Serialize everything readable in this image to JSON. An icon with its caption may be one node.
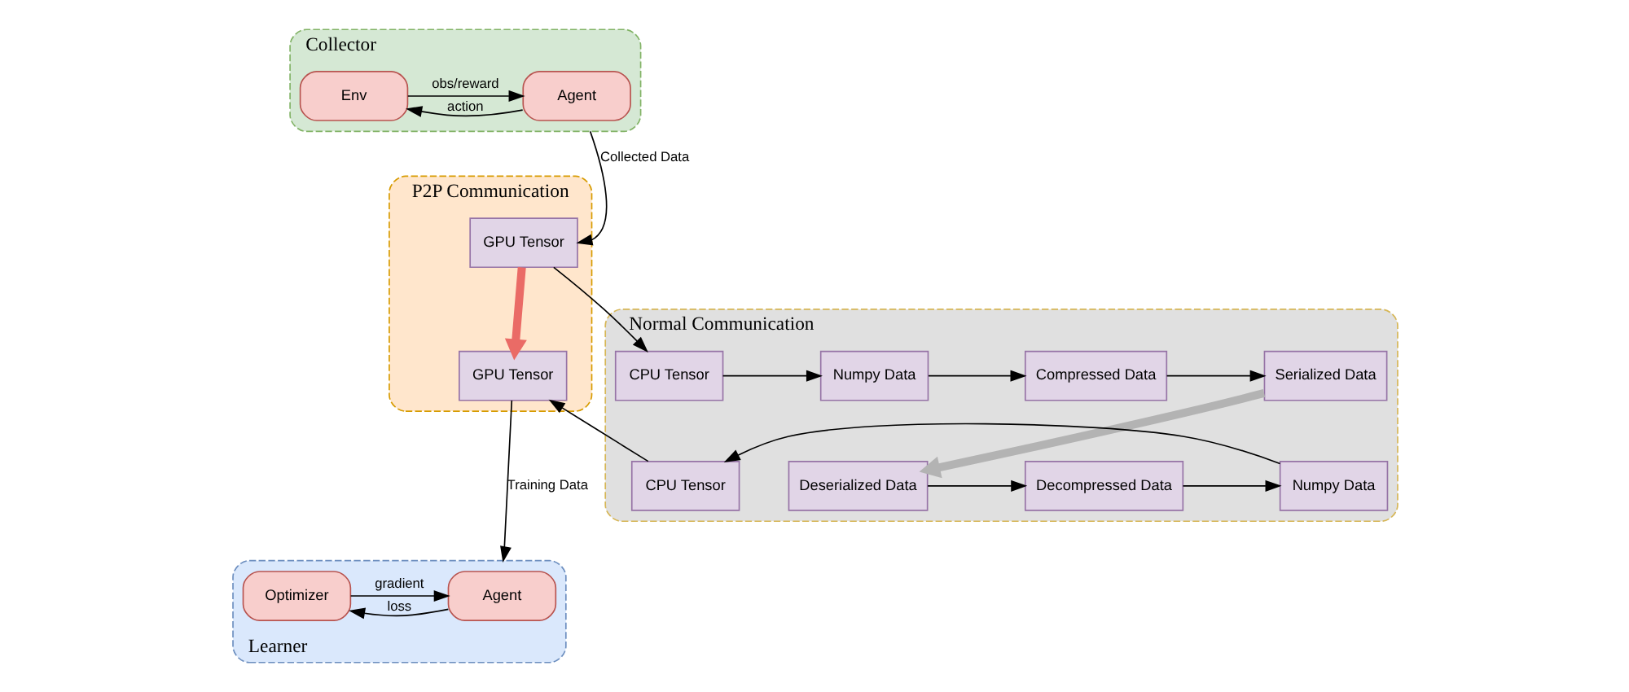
{
  "diagram": {
    "nodes": [
      {
        "text": [
          "Collector"
        ]
      },
      {
        "text": [
          "Agent"
        ],
        "in": 0
      },
      {
        "text": [
          "Env"
        ],
        "in": 0
      },
      {
        "text": [
          "P2P Communication"
        ]
      },
      {
        "text": [
          "GPU Tensor"
        ],
        "in": 3
      },
      {
        "text": [
          "GPU Tensor"
        ],
        "in": 3
      },
      {
        "text": [
          "Normal Communication"
        ]
      },
      {
        "text": [
          "CPU Tensor"
        ],
        "in": 6
      },
      {
        "text": [
          "Numpy Data"
        ],
        "in": 6
      },
      {
        "text": [
          "Compressed Data"
        ],
        "in": 6
      },
      {
        "text": [
          "Serialized Data"
        ],
        "in": 6
      },
      {
        "text": [
          "CPU Tensor"
        ],
        "in": 6
      },
      {
        "text": [
          "Numpy Data"
        ],
        "in": 6
      },
      {
        "text": [
          "Decompressed Data"
        ],
        "in": 6
      },
      {
        "text": [
          "Deserialized Data"
        ],
        "in": 6
      },
      {
        "text": [
          "Learner"
        ]
      },
      {
        "text": [
          "Agent"
        ],
        "in": 15
      },
      {
        "text": [
          "Optimizer"
        ],
        "in": 15
      }
    ],
    "edges": [
      {
        "from": 1,
        "to": 2,
        "arrow": "to",
        "label": "action"
      },
      {
        "from": 2,
        "to": 1,
        "arrow": "to",
        "label": "obs/reward"
      },
      {
        "from": 0,
        "to": 4,
        "arrow": "to",
        "label": "Collected Data"
      },
      {
        "from": 4,
        "to": 7,
        "arrow": "to"
      },
      {
        "from": 7,
        "to": 8,
        "arrow": "to"
      },
      {
        "from": 8,
        "to": 9,
        "arrow": "to"
      },
      {
        "from": 9,
        "to": 10,
        "arrow": "to"
      },
      {
        "from": 10,
        "to": 14,
        "arrow": "to",
        "style": "thick",
        "color": "#b3b3b3"
      },
      {
        "from": 14,
        "to": 13,
        "arrow": "to"
      },
      {
        "from": 13,
        "to": 12,
        "arrow": "to"
      },
      {
        "from": 12,
        "to": 11,
        "arrow": "to"
      },
      {
        "from": 11,
        "to": 5,
        "arrow": "to"
      },
      {
        "from": 4,
        "to": 5,
        "arrow": "to",
        "style": "thick",
        "color": "#ea6b66"
      },
      {
        "from": 5,
        "to": 15,
        "arrow": "to",
        "label": "Training Data"
      },
      {
        "from": 16,
        "to": 17,
        "arrow": "to",
        "label": "loss"
      },
      {
        "from": 17,
        "to": 16,
        "arrow": "to",
        "label": "gradient"
      }
    ]
  }
}
